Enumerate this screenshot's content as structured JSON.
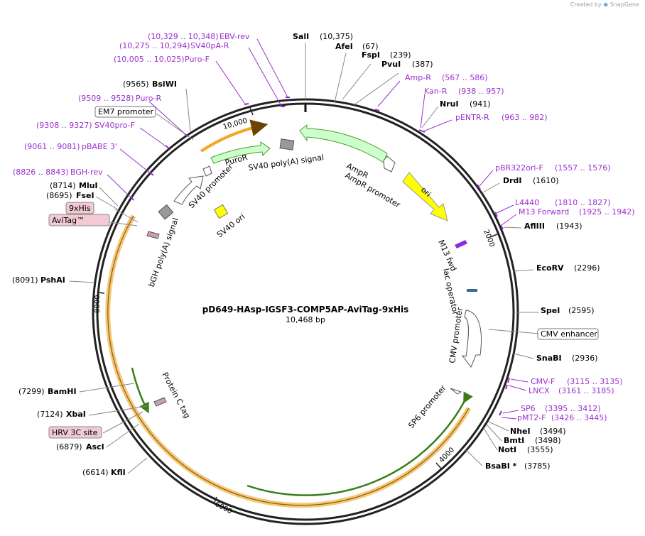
{
  "credit": {
    "prefix": "Created by",
    "brand": "SnapGene"
  },
  "plasmid": {
    "name": "pD649-HAsp-IGSF3-COMP5AP-AviTag-9xHis",
    "length_label": "10,468 bp",
    "length": 10468
  },
  "colors": {
    "primer": "#9b30d0",
    "backbone": "#222222",
    "orf_fill": "#ccffcc",
    "orf_stroke": "#4a9d2c",
    "ori": "#ffff00",
    "tag_box": "#f2c9d4",
    "highlight": "#f5a623"
  },
  "ticks": [
    {
      "pos": 2000,
      "label": "2000"
    },
    {
      "pos": 4000,
      "label": "4000"
    },
    {
      "pos": 6000,
      "label": "6000"
    },
    {
      "pos": 8000,
      "label": "8000"
    },
    {
      "pos": 10000,
      "label": "10,000"
    }
  ],
  "labels": [
    {
      "type": "enzyme",
      "name": "SalI",
      "pos_text": "(10,375)"
    },
    {
      "type": "enzyme",
      "name": "AfeI",
      "pos_text": "(67)"
    },
    {
      "type": "enzyme",
      "name": "FspI",
      "pos_text": "(239)"
    },
    {
      "type": "enzyme",
      "name": "PvuI",
      "pos_text": "(387)"
    },
    {
      "type": "primer",
      "name": "Amp-R",
      "pos_text": "(567 .. 586)"
    },
    {
      "type": "primer",
      "name": "Kan-R",
      "pos_text": "(938 .. 957)"
    },
    {
      "type": "enzyme",
      "name": "NruI",
      "pos_text": "(941)"
    },
    {
      "type": "primer",
      "name": "pENTR-R",
      "pos_text": "(963 .. 982)"
    },
    {
      "type": "primer",
      "name": "pBR322ori-F",
      "pos_text": "(1557 .. 1576)"
    },
    {
      "type": "enzyme",
      "name": "DrdI",
      "pos_text": "(1610)"
    },
    {
      "type": "primer",
      "name": "L4440",
      "pos_text": "(1810 .. 1827)"
    },
    {
      "type": "primer",
      "name": "M13 Forward",
      "pos_text": "(1925 .. 1942)"
    },
    {
      "type": "enzyme",
      "name": "AflIII",
      "pos_text": "(1943)"
    },
    {
      "type": "enzyme",
      "name": "EcoRV",
      "pos_text": "(2296)"
    },
    {
      "type": "enzyme",
      "name": "SpeI",
      "pos_text": "(2595)"
    },
    {
      "type": "boxed",
      "name": "CMV enhancer",
      "pos_text": ""
    },
    {
      "type": "enzyme",
      "name": "SnaBI",
      "pos_text": "(2936)"
    },
    {
      "type": "primer",
      "name": "CMV-F",
      "pos_text": "(3115 .. 3135)"
    },
    {
      "type": "primer",
      "name": "LNCX",
      "pos_text": "(3161 .. 3185)"
    },
    {
      "type": "primer",
      "name": "SP6",
      "pos_text": "(3395 .. 3412)"
    },
    {
      "type": "primer",
      "name": "pMT2-F",
      "pos_text": "(3426 .. 3445)"
    },
    {
      "type": "enzyme",
      "name": "NheI",
      "pos_text": "(3494)"
    },
    {
      "type": "enzyme",
      "name": "BmtI",
      "pos_text": "(3498)"
    },
    {
      "type": "enzyme",
      "name": "NotI",
      "pos_text": "(3555)"
    },
    {
      "type": "enzyme",
      "name": "BsaBI *",
      "pos_text": "(3785)"
    },
    {
      "type": "enzyme",
      "name": "KflI",
      "pos_text": "(6614)"
    },
    {
      "type": "enzyme",
      "name": "AscI",
      "pos_text": "(6879)"
    },
    {
      "type": "tag",
      "name": "HRV 3C site",
      "pos_text": ""
    },
    {
      "type": "enzyme",
      "name": "XbaI",
      "pos_text": "(7124)"
    },
    {
      "type": "enzyme",
      "name": "BamHI",
      "pos_text": "(7299)"
    },
    {
      "type": "enzyme",
      "name": "PshAI",
      "pos_text": "(8091)"
    },
    {
      "type": "tag",
      "name": "AviTag™",
      "pos_text": ""
    },
    {
      "type": "tag",
      "name": "9xHis",
      "pos_text": ""
    },
    {
      "type": "enzyme",
      "name": "FseI",
      "pos_text": "(8695)"
    },
    {
      "type": "enzyme",
      "name": "MluI",
      "pos_text": "(8714)"
    },
    {
      "type": "primer",
      "name": "BGH-rev",
      "pos_text": "(8826 .. 8843)"
    },
    {
      "type": "primer",
      "name": "pBABE 3'",
      "pos_text": "(9061 .. 9081)"
    },
    {
      "type": "primer",
      "name": "SV40pro-F",
      "pos_text": "(9308 .. 9327)"
    },
    {
      "type": "primer",
      "name": "Puro-R",
      "pos_text": "(9509 .. 9528)"
    },
    {
      "type": "boxed",
      "name": "EM7 promoter",
      "pos_text": ""
    },
    {
      "type": "enzyme",
      "name": "BsiWI",
      "pos_text": "(9565)"
    },
    {
      "type": "primer",
      "name": "Puro-F",
      "pos_text": "(10,005 .. 10,025)"
    },
    {
      "type": "primer",
      "name": "SV40pA-R",
      "pos_text": "(10,275 .. 10,294)"
    },
    {
      "type": "primer",
      "name": "EBV-rev",
      "pos_text": "(10,329 .. 10,348)"
    }
  ],
  "features": [
    {
      "name": "ori"
    },
    {
      "name": "AmpR"
    },
    {
      "name": "AmpR promoter"
    },
    {
      "name": "SV40 poly(A) signal"
    },
    {
      "name": "PuroR"
    },
    {
      "name": "SV40 promoter"
    },
    {
      "name": "SV40 ori"
    },
    {
      "name": "bGH poly(A) signal"
    },
    {
      "name": "M13 fwd"
    },
    {
      "name": "lac operator"
    },
    {
      "name": "CMV promoter"
    },
    {
      "name": "SP6 promoter"
    },
    {
      "name": "Protein C tag"
    }
  ]
}
